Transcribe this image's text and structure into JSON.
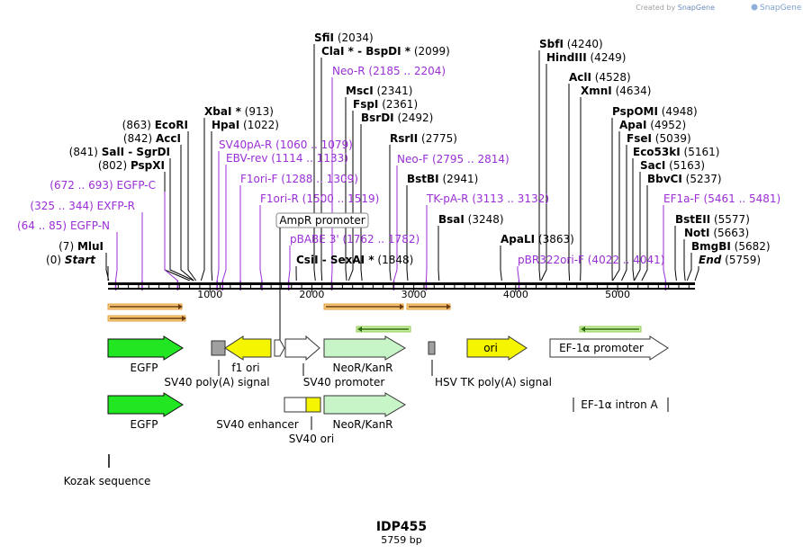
{
  "watermark": {
    "text": "Created by SnapGene",
    "brand": "SnapGene"
  },
  "title": {
    "name": "IDP455",
    "length": "5759 bp"
  },
  "axis": {
    "total": 5759,
    "tick_labels": [
      "1000",
      "2000",
      "3000",
      "4000",
      "5000"
    ],
    "tick_values": [
      1000,
      2000,
      3000,
      4000,
      5000
    ]
  },
  "sites": [
    {
      "id": "sfii",
      "name": "SfiI",
      "pos": "(2034)",
      "at": 2034
    },
    {
      "id": "clai",
      "name": "ClaI *",
      "sep": "-",
      "name2": "BspDI *",
      "pos": "(2099)",
      "at": 2099
    },
    {
      "id": "neo-r",
      "name": "Neo-R",
      "pos": "(2185 .. 2204)",
      "at": 2194,
      "primer": true
    },
    {
      "id": "msci",
      "name": "MscI",
      "pos": "(2341)",
      "at": 2341
    },
    {
      "id": "fspi",
      "name": "FspI",
      "pos": "(2361)",
      "at": 2361
    },
    {
      "id": "bsrdi",
      "name": "BsrDI",
      "pos": "(2492)",
      "at": 2492
    },
    {
      "id": "rsrii",
      "name": "RsrII",
      "pos": "(2775)",
      "at": 2775
    },
    {
      "id": "neo-f",
      "name": "Neo-F",
      "pos": "(2795 .. 2814)",
      "at": 2804,
      "primer": true
    },
    {
      "id": "bstbi",
      "name": "BstBI",
      "pos": "(2941)",
      "at": 2941
    },
    {
      "id": "tk-pa-r",
      "name": "TK-pA-R",
      "pos": "(3113 .. 3132)",
      "at": 3122,
      "primer": true
    },
    {
      "id": "bsai",
      "name": "BsaI",
      "pos": "(3248)",
      "at": 3248
    },
    {
      "id": "apali",
      "name": "ApaLI",
      "pos": "(3863)",
      "at": 3863
    },
    {
      "id": "sfii2",
      "name": "SbfI",
      "pos": "(4240)",
      "at": 4240
    },
    {
      "id": "hindiii",
      "name": "HindIII",
      "pos": "(4249)",
      "at": 4249
    },
    {
      "id": "acli",
      "name": "AclI",
      "pos": "(4528)",
      "at": 4528
    },
    {
      "id": "xmni",
      "name": "XmnI",
      "pos": "(4634)",
      "at": 4634
    },
    {
      "id": "pspomi",
      "name": "PspOMI",
      "pos": "(4948)",
      "at": 4948
    },
    {
      "id": "apai",
      "name": "ApaI",
      "pos": "(4952)",
      "at": 4952
    },
    {
      "id": "fsei",
      "name": "FseI",
      "pos": "(5039)",
      "at": 5039
    },
    {
      "id": "eco53ki",
      "name": "Eco53kI",
      "pos": "(5161)",
      "at": 5161
    },
    {
      "id": "saci",
      "name": "SacI",
      "pos": "(5163)",
      "at": 5163
    },
    {
      "id": "bbvci",
      "name": "BbvCI",
      "pos": "(5237)",
      "at": 5237
    },
    {
      "id": "ef1a-f",
      "name": "EF1a-F",
      "pos": "(5461 .. 5481)",
      "at": 5471,
      "primer": true
    },
    {
      "id": "bsteii",
      "name": "BstEII",
      "pos": "(5577)",
      "at": 5577
    },
    {
      "id": "noti",
      "name": "NotI",
      "pos": "(5663)",
      "at": 5663
    },
    {
      "id": "bmgbi",
      "name": "BmgBI",
      "pos": "(5682)",
      "at": 5682
    },
    {
      "id": "end",
      "name": "End",
      "pos": "(5759)",
      "at": 5759,
      "italic": true
    },
    {
      "id": "xbai",
      "name": "XbaI *",
      "pos": "(913)",
      "at": 913
    },
    {
      "id": "hpai",
      "name": "HpaI",
      "pos": "(1022)",
      "at": 1022
    },
    {
      "id": "sv40pa-r",
      "name": "SV40pA-R",
      "pos": "(1060 .. 1079)",
      "at": 1070,
      "primer": true
    },
    {
      "id": "ebv-rev",
      "name": "EBV-rev",
      "pos": "(1114 .. 1133)",
      "at": 1124,
      "primer": true
    },
    {
      "id": "f1ori-f",
      "name": "F1ori-F",
      "pos": "(1288 .. 1309)",
      "at": 1299,
      "primer": true
    },
    {
      "id": "f1ori-r",
      "name": "F1ori-R",
      "pos": "(1500 .. 1519)",
      "at": 1510,
      "primer": true
    },
    {
      "id": "pbabe3",
      "name": "pBABE 3'",
      "pos": "(1762 .. 1782)",
      "at": 1772,
      "primer": true
    },
    {
      "id": "csii",
      "name": "CsiI",
      "sep": "-",
      "name2": "SexAI *",
      "pos": "(1848)",
      "at": 1848
    },
    {
      "id": "pbr322ori-f",
      "name": "pBR322ori-F",
      "pos": "(4022 .. 4041)",
      "at": 4032,
      "primer": true
    },
    {
      "id": "ecori",
      "name": "EcoRI",
      "pos": "(863)",
      "at": 863
    },
    {
      "id": "acci",
      "name": "AccI",
      "pos": "(842)",
      "at": 842
    },
    {
      "id": "sali",
      "name": "SalI",
      "sep": "-",
      "name2": "SgrDI",
      "pos": "(841)",
      "at": 841
    },
    {
      "id": "pspxi",
      "name": "PspXI",
      "pos": "(802)",
      "at": 802
    },
    {
      "id": "egfp-c",
      "name": "EGFP-C",
      "pos": "(672 .. 693)",
      "at": 683,
      "primer": true
    },
    {
      "id": "exfp-r",
      "name": "EXFP-R",
      "pos": "(325 .. 344)",
      "at": 335,
      "primer": true
    },
    {
      "id": "egfp-n",
      "name": "EGFP-N",
      "pos": "(64 .. 85)",
      "at": 75,
      "primer": true
    },
    {
      "id": "mlui",
      "name": "MluI",
      "pos": "(7)",
      "at": 7
    },
    {
      "id": "start",
      "name": "Start",
      "pos": "(0)",
      "at": 0,
      "italic": true
    }
  ],
  "promoter_box": {
    "label": "AmpR promoter"
  },
  "features": [
    {
      "id": "egfp1",
      "label": "EGFP",
      "color": "#22e622"
    },
    {
      "id": "f1ori",
      "label": "f1 ori",
      "color": "#f5f500"
    },
    {
      "id": "sv40pa",
      "label": "SV40 poly(A) signal",
      "color": "#a0a0a0"
    },
    {
      "id": "sv40prom",
      "label": "SV40 promoter",
      "color": "#ffffff"
    },
    {
      "id": "neokan1",
      "label": "NeoR/KanR",
      "color": "#c8f5c8"
    },
    {
      "id": "hsvtk",
      "label": "HSV TK poly(A) signal",
      "color": "#a0a0a0"
    },
    {
      "id": "ori",
      "label": "ori",
      "color": "#f5f500"
    },
    {
      "id": "ef1a",
      "label": "EF-1α promoter",
      "color": "#ffffff"
    },
    {
      "id": "egfp2",
      "label": "EGFP",
      "color": "#22e622"
    },
    {
      "id": "sv40enh",
      "label": "SV40 enhancer",
      "color": "#ffffff"
    },
    {
      "id": "neokan2",
      "label": "NeoR/KanR",
      "color": "#c8f5c8"
    },
    {
      "id": "sv40ori",
      "label": "SV40 ori",
      "color": "#f5f500"
    },
    {
      "id": "ef1intron",
      "label": "EF-1α intron A"
    },
    {
      "id": "kozak",
      "label": "Kozak sequence"
    }
  ],
  "colors": {
    "primer": "#9a2fd6",
    "primer_arrow": "#f0a030",
    "primer_arrow_rev": "#8ad04a",
    "axis": "#000000"
  }
}
